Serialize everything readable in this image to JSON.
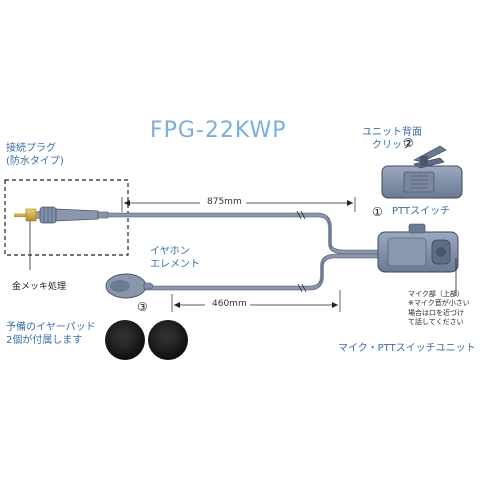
{
  "title": "FPG-22KWP",
  "plug_label": {
    "line1": "接続プラグ",
    "line2": "(防水タイプ)"
  },
  "gold_label": "金メッキ処理",
  "clip_label": {
    "line1": "ユニット背面",
    "line2": "クリップ"
  },
  "ptt_label": "PTTスイッチ",
  "earphone_label": {
    "line1": "イヤホン",
    "line2": "エレメント"
  },
  "length_upper": "875mm",
  "length_lower": "460mm",
  "mic_label": {
    "line1": "マイク部（上部）",
    "line2": "※マイク音が小さい",
    "line3": "場合は口を近づけ",
    "line4": "て話してください"
  },
  "pads_label": {
    "line1": "予備のイヤーパッド",
    "line2": "2個が付属します"
  },
  "unit_label": "マイク・PTTスイッチユニット",
  "markers": {
    "one": "①",
    "two": "②",
    "three": "③"
  },
  "colors": {
    "accent": "#3a6fa8",
    "title": "#7aaedc",
    "device": "#7f8fa8",
    "cable": "#8a96ac"
  }
}
